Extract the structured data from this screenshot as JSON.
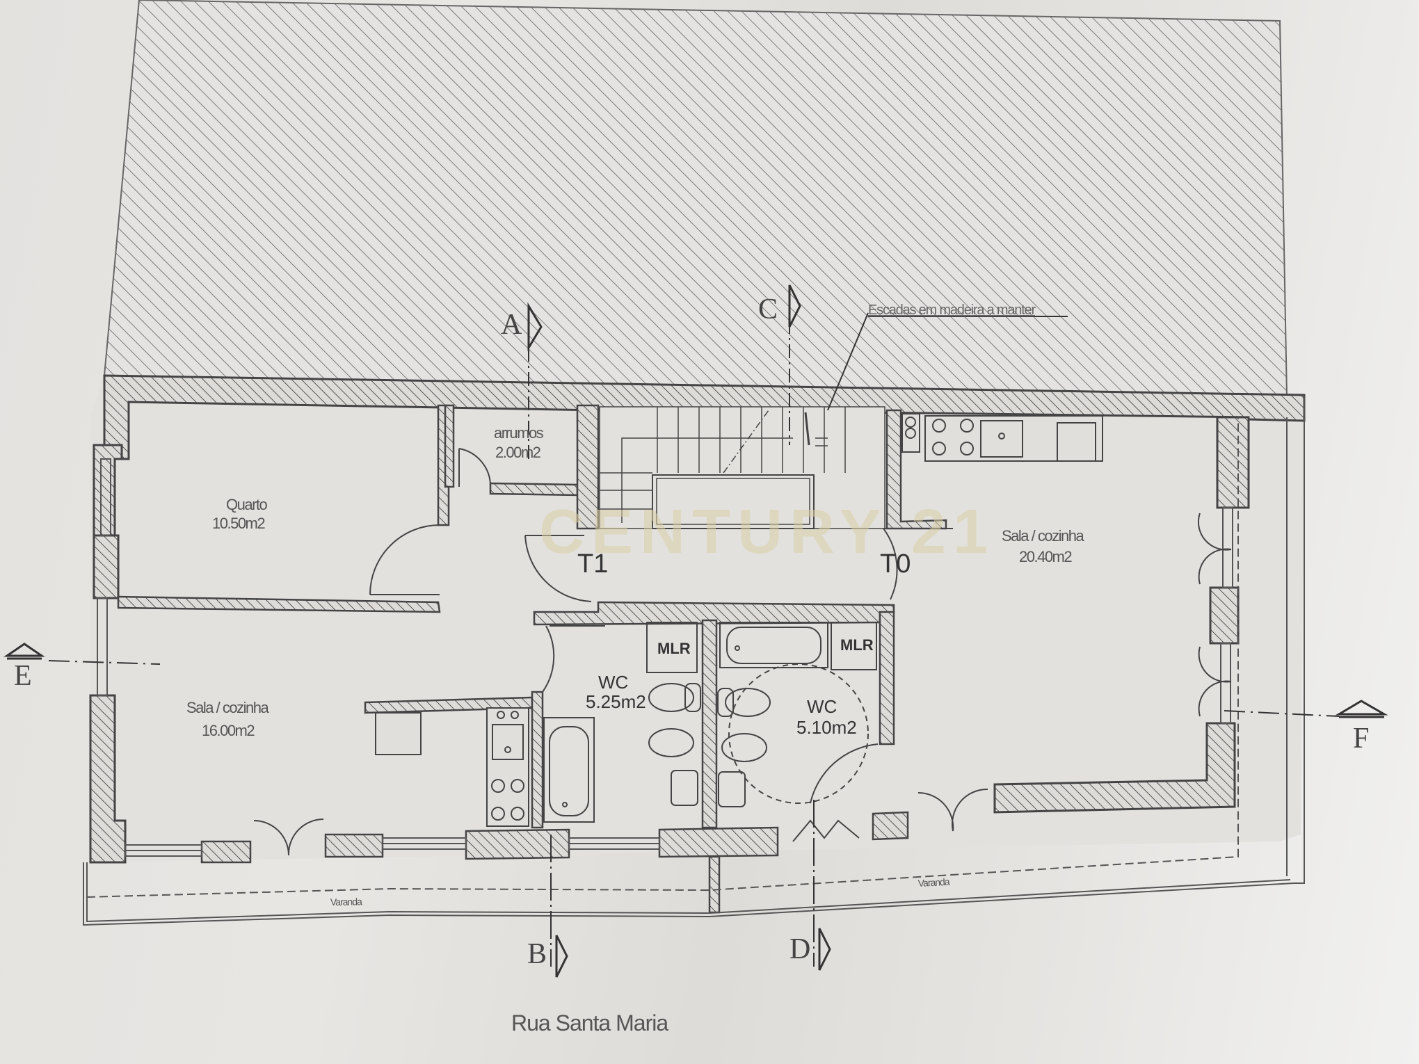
{
  "drawing": {
    "type": "floor-plan",
    "watermark": "CENTURY 21",
    "street": "Rua Santa Maria",
    "note": "Escadas em madeira a manter",
    "colors": {
      "paper": "#e6e4e1",
      "line": "#4a4a4a",
      "hatch": "#6a6a6a",
      "watermark": "#d9cfa6"
    }
  },
  "units": [
    {
      "tag": "T1"
    },
    {
      "tag": "T0"
    }
  ],
  "rooms": {
    "quarto": {
      "name": "Quarto",
      "area": "10.50m2"
    },
    "arrumos": {
      "name": "arrumos",
      "area": "2.00m2"
    },
    "sala_t1": {
      "name": "Sala / cozinha",
      "area": "16.00m2"
    },
    "wc_t1": {
      "name": "WC",
      "area": "5.25m2"
    },
    "wc_t0": {
      "name": "WC",
      "area": "5.10m2"
    },
    "sala_t0": {
      "name": "Sala / cozinha",
      "area": "20.40m2"
    }
  },
  "fixtures": {
    "mlr_1": "MLR",
    "mlr_2": "MLR"
  },
  "balcony": {
    "left_label": "Varanda",
    "right_label": "Varanda"
  },
  "section_markers": [
    {
      "letter": "A"
    },
    {
      "letter": "B"
    },
    {
      "letter": "C"
    },
    {
      "letter": "D"
    },
    {
      "letter": "E"
    },
    {
      "letter": "F"
    }
  ]
}
